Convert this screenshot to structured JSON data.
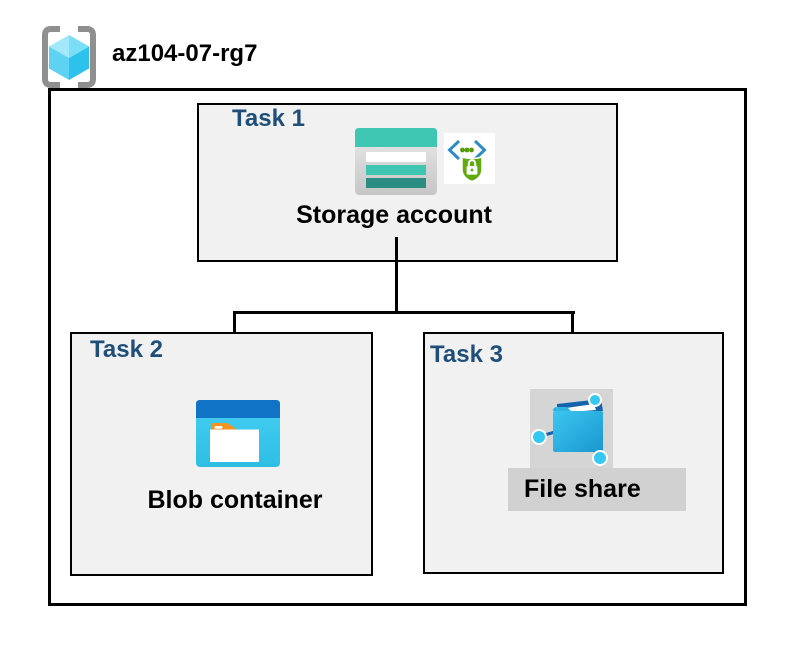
{
  "header": {
    "resource_group_name": "az104-07-rg7",
    "icon": "resource-group-icon"
  },
  "tasks": [
    {
      "label": "Task 1",
      "item": "Storage account",
      "icons": [
        "storage-account-icon",
        "sas-shield-lock-icon"
      ]
    },
    {
      "label": "Task 2",
      "item": "Blob container",
      "icons": [
        "blob-container-icon"
      ]
    },
    {
      "label": "Task 3",
      "item": "File share",
      "icons": [
        "file-share-icon"
      ]
    }
  ],
  "connections": [
    {
      "from": "Storage account",
      "to": "Blob container"
    },
    {
      "from": "Storage account",
      "to": "File share"
    }
  ],
  "colors": {
    "task_label": "#1f4e79",
    "task_box_fill": "#f1f1f1",
    "border": "#000000",
    "storage_teal": "#3ec6b3",
    "storage_teal_dark": "#2a8d81",
    "blob_bar_blue": "#1173c6",
    "blob_body_cyan": "#3fcbf2",
    "folder_tab_orange": "#f6921e",
    "file_share_gray": "#d5d5d5",
    "file_folder_blue": "#1b96cf",
    "node_cyan": "#35c8f2",
    "flap_dark_blue": "#1464ad",
    "chevron_blue": "#2f8ac9",
    "shield_green": "#5faa0d",
    "cube_cyan": "#2cc2ec",
    "bracket_gray": "#8f8f8f"
  }
}
